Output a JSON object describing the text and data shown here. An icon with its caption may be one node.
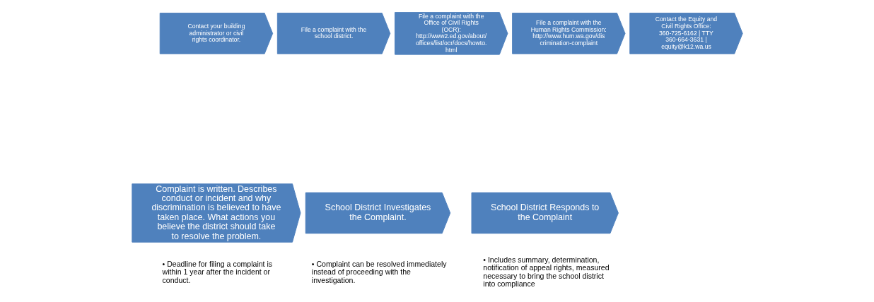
{
  "diagram": {
    "nodes": [
      {
        "text": [
          "Contact your building administrator or civil rights coordinator."
        ]
      },
      {
        "text": [
          "File a complaint with the school district."
        ]
      },
      {
        "text": [
          "File a complaint with the Office of Civil Rights (OCR): http://www2.ed.gov/about/ offices/list/ocr/docs/howto. html"
        ]
      },
      {
        "text": [
          "File a complaint with the Human Rights Commission: http://www.hum.wa.gov/dis crimination-complaint"
        ]
      },
      {
        "text": [
          "Contact the Equity and Civil Rights Office: 360-725-6162 | TTY 360-664-3631 | equity@k12.wa.us"
        ]
      },
      {
        "text": [
          "Complaint is written. Describes conduct or incident and why discrimination is believed to have taken place. What actions you believe the district should take to resolve the problem."
        ],
        "beside": [
          "• Deadline for filing a complaint is within 1 year after the incident or conduct."
        ]
      },
      {
        "text": [
          "School District Investigates the Complaint."
        ],
        "beside": [
          "• Complaint can be resolved immediately instead of proceeding with the investigation."
        ]
      },
      {
        "text": [
          "School District Responds to the Complaint"
        ],
        "beside": [
          "• Includes summary, determination, notification of appeal rights, measured necessary to bring the school district into compliance"
        ]
      }
    ],
    "edges": []
  }
}
